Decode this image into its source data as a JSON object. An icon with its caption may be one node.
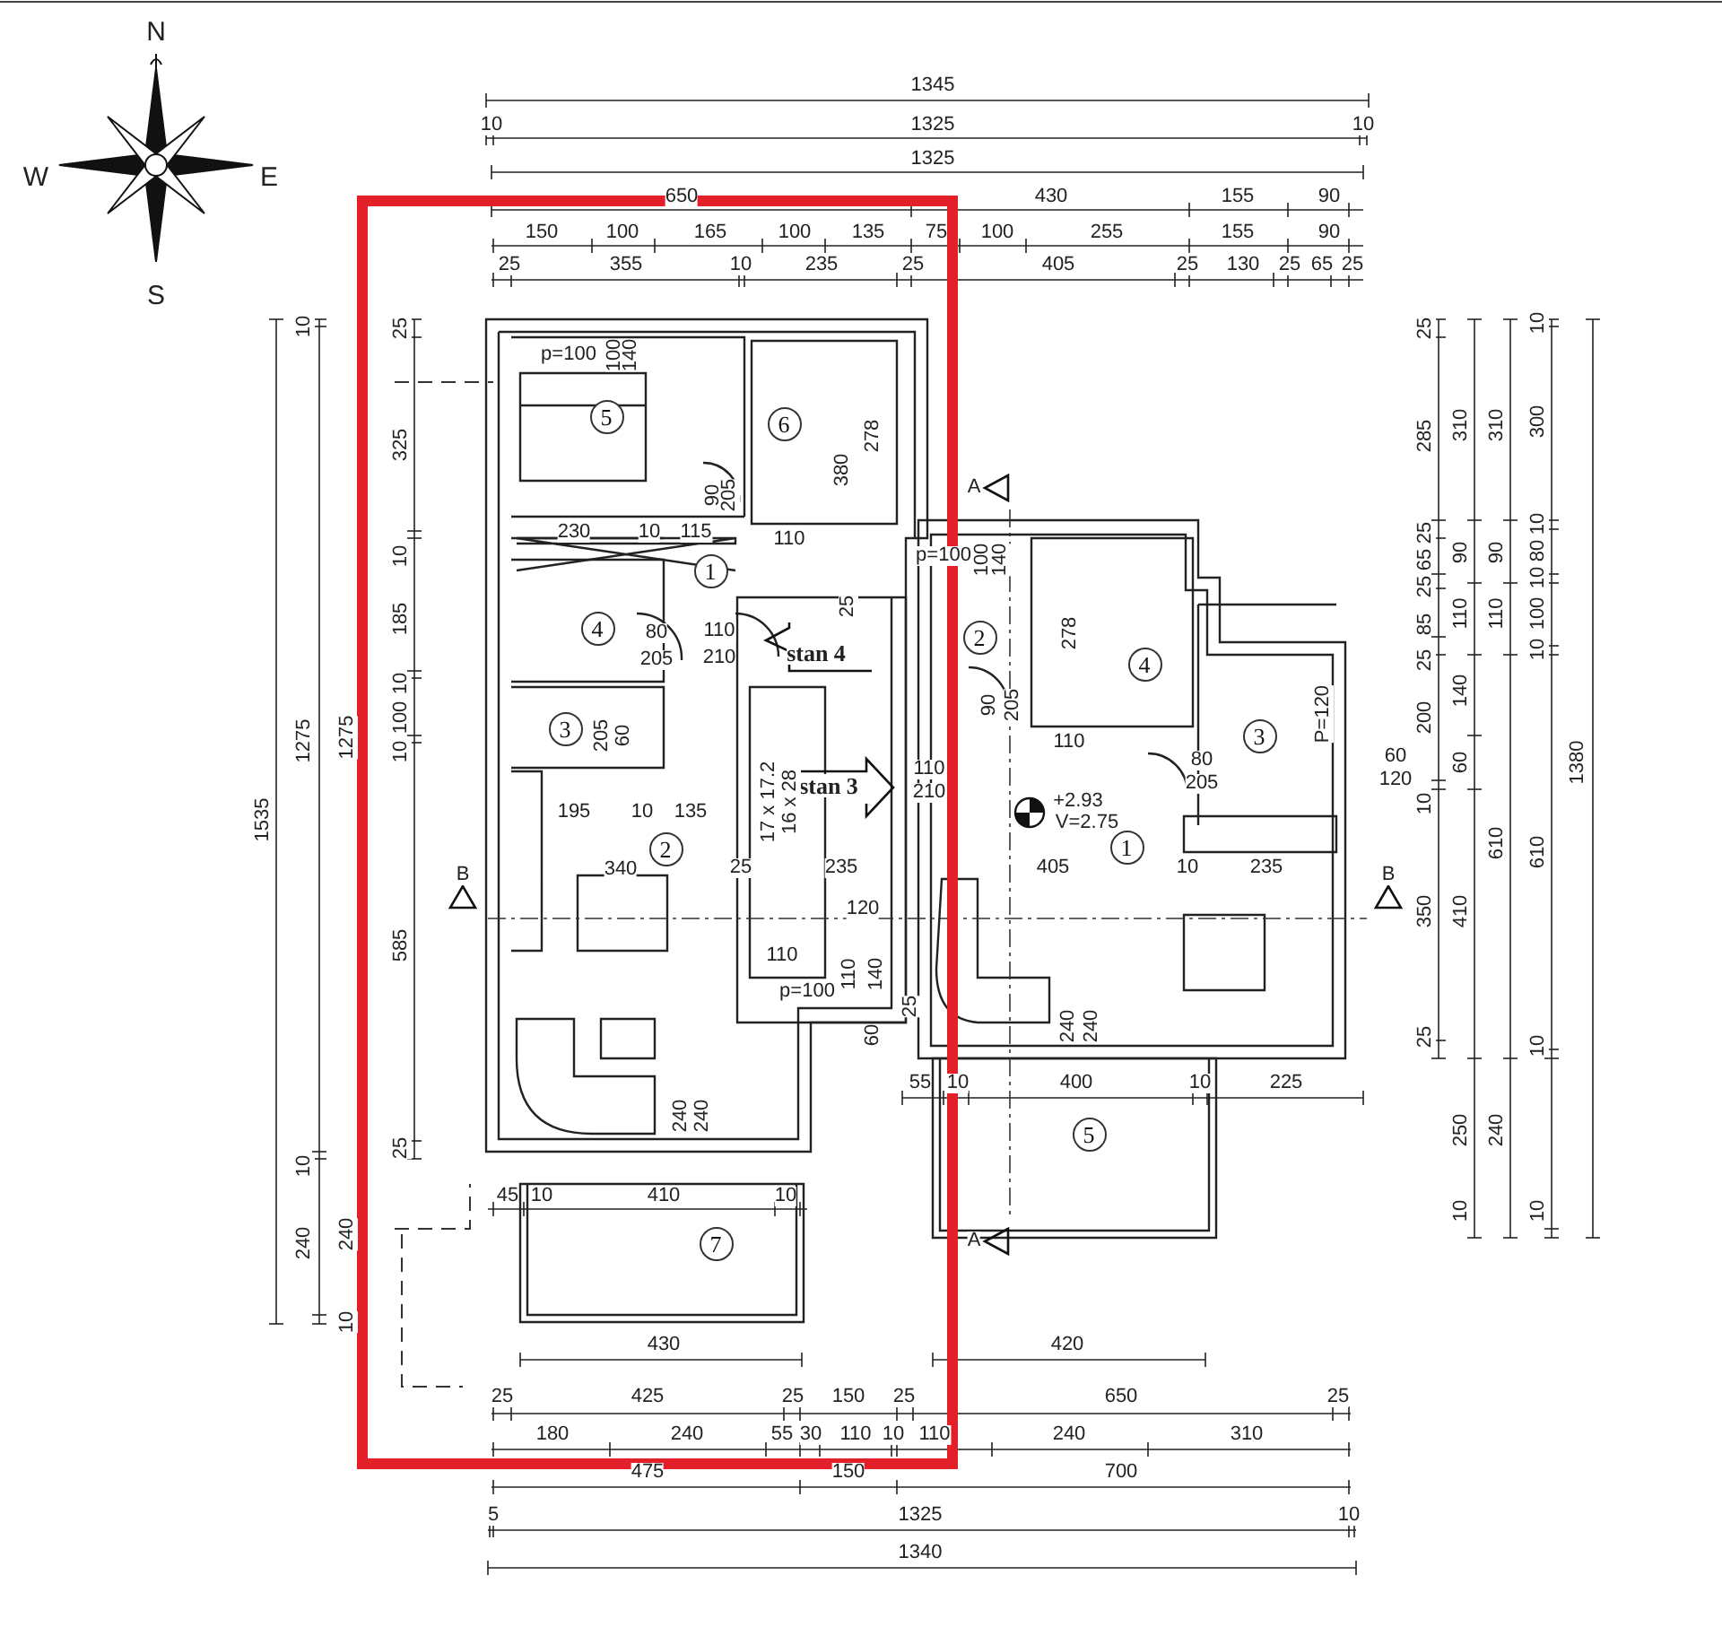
{
  "diagram": {
    "nodes": [
      {
        "text": [
          "5"
        ]
      },
      {
        "text": [
          "6"
        ]
      },
      {
        "text": [
          "1"
        ]
      },
      {
        "text": [
          "4"
        ]
      },
      {
        "text": [
          "3"
        ]
      },
      {
        "text": [
          "2"
        ]
      },
      {
        "text": [
          "7"
        ]
      },
      {
        "text": [
          "2"
        ]
      },
      {
        "text": [
          "4"
        ]
      },
      {
        "text": [
          "3"
        ]
      },
      {
        "text": [
          "1"
        ]
      },
      {
        "text": [
          "5"
        ]
      }
    ],
    "labels": [
      "N",
      "W",
      "E",
      "S",
      "1345",
      "10",
      "1325",
      "10",
      "1325",
      "650",
      "430",
      "155",
      "90",
      "150",
      "100",
      "165",
      "100",
      "135",
      "75",
      "100",
      "255",
      "155",
      "90",
      "25",
      "355",
      "10",
      "235",
      "25",
      "405",
      "25",
      "130",
      "25",
      "65",
      "25",
      "1535",
      "10",
      "1275",
      "10",
      "240",
      "1275",
      "240",
      "10",
      "25",
      "325",
      "10",
      "185",
      "10",
      "100",
      "10",
      "585",
      "25",
      "p=100",
      "100",
      "140",
      "380",
      "278",
      "90",
      "205",
      "230",
      "10",
      "115",
      "110",
      "25",
      "80",
      "205",
      "110",
      "210",
      "stan 4",
      "205",
      "60",
      "stan 3",
      "110",
      "210",
      "195",
      "10",
      "135",
      "17 x 17.2",
      "16 x 28",
      "340",
      "25",
      "235",
      "120",
      "110",
      "p=100",
      "110",
      "140",
      "60",
      "25",
      "240",
      "240",
      "A",
      "p=100",
      "100",
      "140",
      "90",
      "205",
      "278",
      "110",
      "80",
      "205",
      "P=120",
      "60",
      "120",
      "+2.93",
      "V=2.75",
      "405",
      "10",
      "235",
      "B",
      "B",
      "240",
      "240",
      "55",
      "10",
      "400",
      "10",
      "225",
      "A",
      "25",
      "285",
      "25",
      "65",
      "25",
      "85",
      "25",
      "200",
      "10",
      "350",
      "25",
      "310",
      "90",
      "110",
      "140",
      "60",
      "410",
      "250",
      "10",
      "310",
      "90",
      "110",
      "610",
      "240",
      "10",
      "300",
      "10",
      "80",
      "10",
      "100",
      "10",
      "610",
      "10",
      "10",
      "1380",
      "45",
      "10",
      "410",
      "10",
      "430",
      "420",
      "25",
      "425",
      "25",
      "150",
      "25",
      "650",
      "25",
      "180",
      "240",
      "55",
      "30",
      "110",
      "10",
      "110",
      "240",
      "310",
      "475",
      "150",
      "700",
      "5",
      "1325",
      "10",
      "1340"
    ]
  }
}
